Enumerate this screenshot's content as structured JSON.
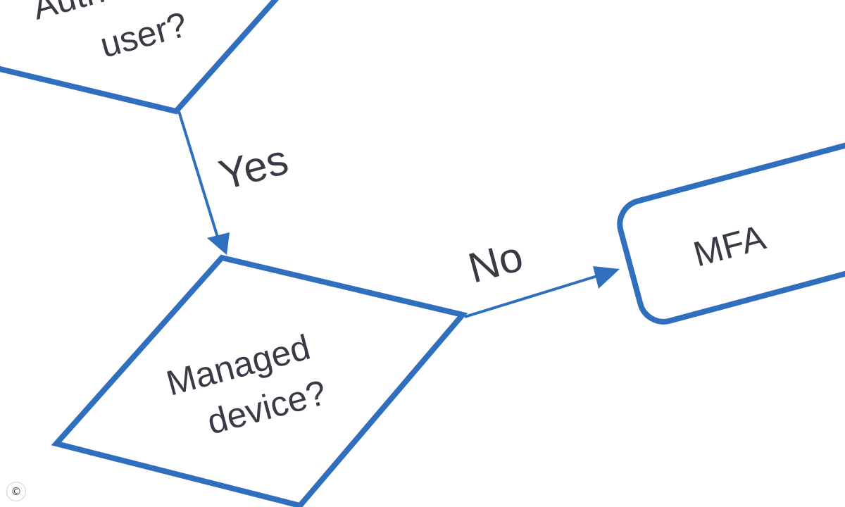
{
  "diagram": {
    "nodes": {
      "decision_top": {
        "line1": "Auth",
        "line2": "user?"
      },
      "decision_managed": {
        "line1": "Managed",
        "line2": "device?"
      },
      "process_mfa": {
        "label": "MFA"
      }
    },
    "edges": {
      "yes": {
        "label": "Yes"
      },
      "no": {
        "label": "No"
      }
    },
    "colors": {
      "stroke": "#2f6fbd",
      "text": "#3a3a46",
      "background": "#ffffff"
    }
  },
  "watermark": {
    "symbol": "©"
  }
}
